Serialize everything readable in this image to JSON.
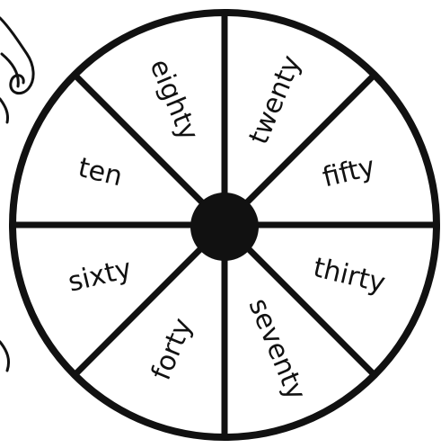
{
  "wheel": {
    "segments": [
      {
        "label": "twenty"
      },
      {
        "label": "fifty"
      },
      {
        "label": "thirty"
      },
      {
        "label": "seventy"
      },
      {
        "label": "forty"
      },
      {
        "label": "sixty"
      },
      {
        "label": "ten"
      },
      {
        "label": "eighty"
      }
    ]
  },
  "colors": {
    "ink": "#111111",
    "background": "#ffffff"
  }
}
